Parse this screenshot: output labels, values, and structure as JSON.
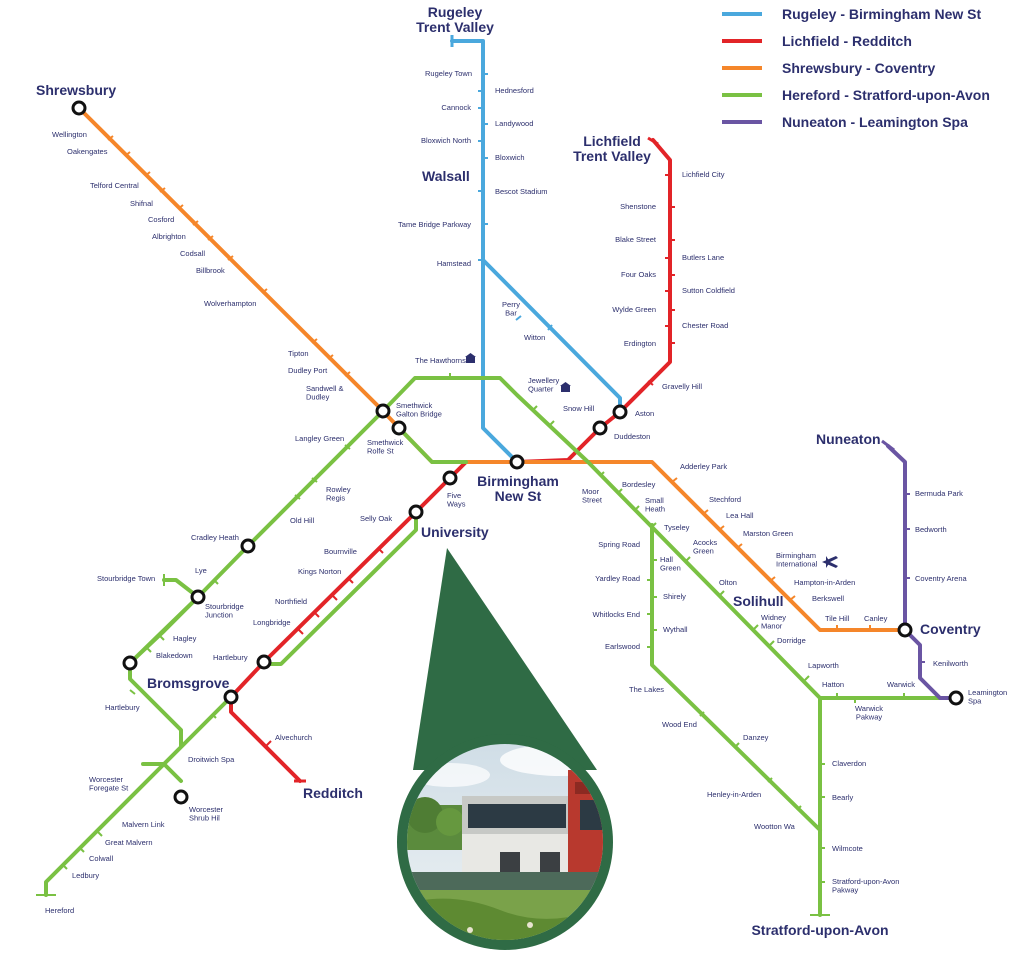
{
  "legend": [
    {
      "label": "Rugeley - Birmingham New St",
      "color": "#4aa8dd"
    },
    {
      "label": "Lichfield - Redditch",
      "color": "#e22428"
    },
    {
      "label": "Shrewsbury - Coventry",
      "color": "#f5862a"
    },
    {
      "label": "Hereford - Stratford-upon-Avon",
      "color": "#7ac143"
    },
    {
      "label": "Nuneaton - Leamington Spa",
      "color": "#6a55a3"
    }
  ],
  "colors": {
    "text": "#2c2f6d",
    "blue": "#4aa8dd",
    "red": "#e22428",
    "orange": "#f5862a",
    "green": "#7ac143",
    "purple": "#6a55a3",
    "pin": "#2f6b45"
  },
  "major": {
    "rugeley_tv": "Rugeley\nTrent Valley",
    "shrewsbury": "Shrewsbury",
    "walsall": "Walsall",
    "lichfield_tv": "Lichfield\nTrent Valley",
    "birmingham_new_st": "Birmingham\nNew St",
    "university": "University",
    "bromsgrove": "Bromsgrove",
    "redditch": "Redditch",
    "nuneaton": "Nuneaton",
    "coventry": "Coventry",
    "solihull": "Solihull",
    "stratford": "Stratford-upon-Avon"
  },
  "stations": {
    "rugeley_town": "Rugeley Town",
    "hednesford": "Hednesford",
    "cannock": "Cannock",
    "landywood": "Landywood",
    "bloxwich_north": "Bloxwich North",
    "bloxwich": "Bloxwich",
    "bescot": "Bescot Stadium",
    "tame_bridge": "Tame Bridge Parkway",
    "hamstead": "Hamstead",
    "perry_bar": "Perry\nBar",
    "witton": "Witton",
    "aston": "Aston",
    "duddeston": "Duddeston",
    "lichfield_city": "Lichfield City",
    "shenstone": "Shenstone",
    "blake_street": "Blake Street",
    "butlers_lane": "Butlers Lane",
    "four_oaks": "Four Oaks",
    "sutton_coldfield": "Sutton Coldfield",
    "wylde_green": "Wylde Green",
    "chester_road": "Chester Road",
    "erdington": "Erdington",
    "gravelly_hill": "Gravelly Hill",
    "wellington": "Wellington",
    "oakengates": "Oakengates",
    "telford": "Telford Central",
    "shifnal": "Shifnal",
    "cosford": "Cosford",
    "albrighton": "Albrighton",
    "codsall": "Codsall",
    "billbrook": "Billbrook",
    "wolverhampton": "Wolverhampton",
    "tipton": "Tipton",
    "dudley_port": "Dudley Port",
    "sandwell": "Sandwell &\nDudley",
    "smethwick_gb": "Smethwick\nGalton Bridge",
    "smethwick_rs": "Smethwick\nRolfe St",
    "hawthorns": "The Hawthorns",
    "jewellery_q": "Jewellery\nQuarter",
    "snow_hill": "Snow Hill",
    "moor_street": "Moor\nStreet",
    "adderley_park": "Adderley Park",
    "stechford": "Stechford",
    "lea_hall": "Lea Hall",
    "marston_green": "Marston Green",
    "bham_intl": "Birmingham\nInternational",
    "hampton_arden": "Hampton-in-Arden",
    "berkswell": "Berkswell",
    "tile_hill": "Tile Hill",
    "canley": "Canley",
    "bermuda_park": "Bermuda Park",
    "bedworth": "Bedworth",
    "coventry_arena": "Coventry Arena",
    "kenilworth": "Kenilworth",
    "leamington": "Leamington\nSpa",
    "langley_green": "Langley Green",
    "rowley_regis": "Rowley\nRegis",
    "old_hill": "Old Hill",
    "cradley_heath": "Cradley Heath",
    "lye": "Lye",
    "stourbridge_town": "Stourbridge Town",
    "stourbridge_jn": "Stourbridge\nJunction",
    "hagley": "Hagley",
    "blakedown": "Blakedown",
    "hartlebury_w": "Hartlebury",
    "droitwich": "Droitwich Spa",
    "worcester_fs": "Worcester\nForegate St",
    "worcester_sh": "Worcester\nShrub Hil",
    "malvern_link": "Malvern Link",
    "great_malvern": "Great Malvern",
    "colwall": "Colwall",
    "ledbury": "Ledbury",
    "hereford": "Hereford",
    "five_ways": "Five\nWays",
    "selly_oak": "Selly Oak",
    "bournville": "Bournville",
    "kings_norton": "Kings Norton",
    "northfield": "Northfield",
    "longbridge": "Longbridge",
    "hartlebury_e": "Hartlebury",
    "alvechurch": "Alvechurch",
    "bordesley": "Bordesley",
    "small_heath": "Small\nHeath",
    "tyseley": "Tyseley",
    "acocks_green": "Acocks\nGreen",
    "olton": "Olton",
    "widney_manor": "Widney\nManor",
    "dorridge": "Dorridge",
    "lapworth": "Lapworth",
    "hatton": "Hatton",
    "warwick": "Warwick",
    "warwick_pkwy": "Warwick\nPakway",
    "spring_road": "Spring Road",
    "hall_green": "Hall\nGreen",
    "yardley_road": "Yardley Road",
    "shirely": "Shirely",
    "whitlocks_end": "Whitlocks End",
    "wythall": "Wythall",
    "earlswood": "Earlswood",
    "the_lakes": "The Lakes",
    "wood_end": "Wood End",
    "danzey": "Danzey",
    "henley": "Henley-in-Arden",
    "wootton": "Wootton Wa",
    "claverdon": "Claverdon",
    "bearly": "Bearly",
    "wilmcote": "Wilmcote",
    "stratford_pkwy": "Stratford-upon-Avon\nPakway"
  },
  "icons": {
    "stadium": "stadium-icon",
    "airport": "airplane-icon",
    "photo": "campus-building-photo"
  }
}
